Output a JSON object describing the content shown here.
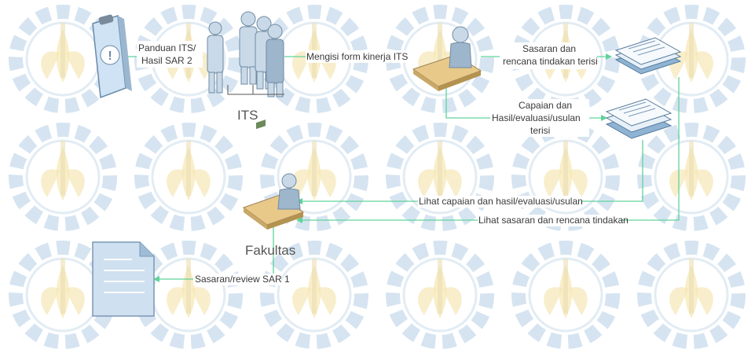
{
  "colors": {
    "connector": "#5fd39a",
    "watermark_blue": "#cfe0ef",
    "watermark_gold": "#f4e3a8",
    "text": "#3a3a3a"
  },
  "nodes": {
    "its": {
      "label": "ITS",
      "icon": "people-group-icon"
    },
    "fakultas": {
      "label": "Fakultas",
      "icon": "person-at-desk-icon"
    },
    "clipboard": {
      "icon": "clipboard-warning-icon"
    },
    "its_staff": {
      "icon": "person-at-computer-icon"
    },
    "doc_stack_top": {
      "icon": "document-stack-icon"
    },
    "doc_stack_mid": {
      "icon": "document-stack-icon"
    },
    "report": {
      "icon": "document-icon"
    }
  },
  "edges": {
    "panduan": {
      "line1": "Panduan ITS/",
      "line2": "Hasil SAR 2"
    },
    "mengisi": {
      "text": "Mengisi form kinerja ITS"
    },
    "sasaran_terisi": {
      "line1": "Sasaran dan",
      "line2": "rencana tindakan terisi"
    },
    "capaian_terisi": {
      "line1": "Capaian dan",
      "line2": "Hasil/evaluasi/usulan",
      "line3": "terisi"
    },
    "lihat_capaian": {
      "text": "Lihat capaian dan hasil/evaluasi/usulan"
    },
    "lihat_sasaran": {
      "text": "Lihat sasaran dan rencana tindakan"
    },
    "sasaran_review": {
      "text": "Sasaran/review SAR 1"
    }
  }
}
